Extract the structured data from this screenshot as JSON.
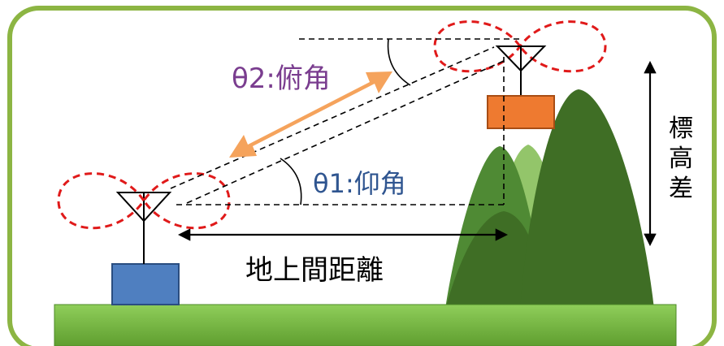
{
  "labels": {
    "depression_angle": "θ2:俯角",
    "elevation_angle": "θ1:仰角",
    "ground_distance": "地上間距離",
    "height_difference": [
      "標",
      "高",
      "差"
    ]
  },
  "colors": {
    "frame_border": "#8cb543",
    "ground_top": "#8fce5a",
    "ground_bottom": "#5f9e2f",
    "mountain_dark": "#3f6e25",
    "mountain_mid": "#4f8a34",
    "mountain_light": "#93c56a",
    "radiation_pattern": "#e01a1a",
    "orange_box": "#ee7a30",
    "blue_box": "#4f7fc0",
    "orange_arrow": "#f5a35c",
    "depression_text": "#7a3d8f",
    "elevation_text": "#2f5590",
    "black": "#000000"
  },
  "icons": {
    "ground_antenna": "antenna-icon",
    "air_antenna": "antenna-icon"
  }
}
